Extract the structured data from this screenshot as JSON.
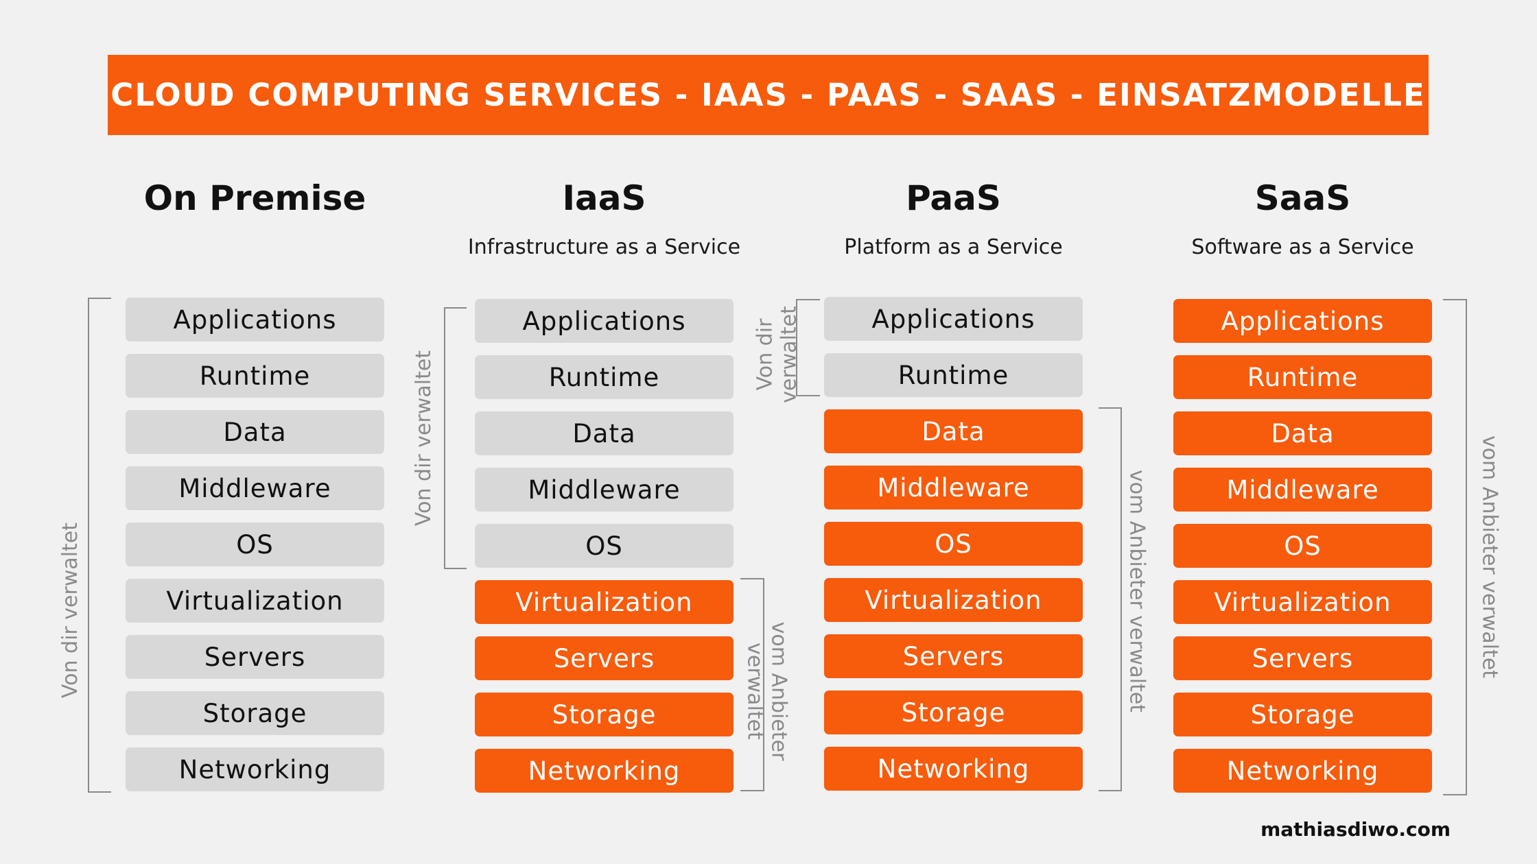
{
  "banner": {
    "title": "CLOUD COMPUTING SERVICES - IAAS - PAAS - SAAS - EINSATZMODELLE"
  },
  "columns": [
    {
      "title": "On Premise",
      "subtitle": "",
      "items": [
        {
          "label": "Applications",
          "managed_by": "user"
        },
        {
          "label": "Runtime",
          "managed_by": "user"
        },
        {
          "label": "Data",
          "managed_by": "user"
        },
        {
          "label": "Middleware",
          "managed_by": "user"
        },
        {
          "label": "OS",
          "managed_by": "user"
        },
        {
          "label": "Virtualization",
          "managed_by": "user"
        },
        {
          "label": "Servers",
          "managed_by": "user"
        },
        {
          "label": "Storage",
          "managed_by": "user"
        },
        {
          "label": "Networking",
          "managed_by": "user"
        }
      ],
      "brackets": [
        {
          "label_lines": [
            "Von dir verwaltet"
          ]
        }
      ]
    },
    {
      "title": "IaaS",
      "subtitle": "Infrastructure as a Service",
      "items": [
        {
          "label": "Applications",
          "managed_by": "user"
        },
        {
          "label": "Runtime",
          "managed_by": "user"
        },
        {
          "label": "Data",
          "managed_by": "user"
        },
        {
          "label": "Middleware",
          "managed_by": "user"
        },
        {
          "label": "OS",
          "managed_by": "user"
        },
        {
          "label": "Virtualization",
          "managed_by": "provider"
        },
        {
          "label": "Servers",
          "managed_by": "provider"
        },
        {
          "label": "Storage",
          "managed_by": "provider"
        },
        {
          "label": "Networking",
          "managed_by": "provider"
        }
      ],
      "brackets": [
        {
          "label_lines": [
            "Von dir verwaltet"
          ]
        },
        {
          "label_lines": [
            "vom Anbieter",
            "verwaltet"
          ]
        }
      ]
    },
    {
      "title": "PaaS",
      "subtitle": "Platform as a Service",
      "items": [
        {
          "label": "Applications",
          "managed_by": "user"
        },
        {
          "label": "Runtime",
          "managed_by": "user"
        },
        {
          "label": "Data",
          "managed_by": "provider"
        },
        {
          "label": "Middleware",
          "managed_by": "provider"
        },
        {
          "label": "OS",
          "managed_by": "provider"
        },
        {
          "label": "Virtualization",
          "managed_by": "provider"
        },
        {
          "label": "Servers",
          "managed_by": "provider"
        },
        {
          "label": "Storage",
          "managed_by": "provider"
        },
        {
          "label": "Networking",
          "managed_by": "provider"
        }
      ],
      "brackets": [
        {
          "label_lines": [
            "Von dir",
            "verwaltet"
          ]
        },
        {
          "label_lines": [
            "vom Anbieter verwaltet"
          ]
        }
      ]
    },
    {
      "title": "SaaS",
      "subtitle": "Software as a Service",
      "items": [
        {
          "label": "Applications",
          "managed_by": "provider"
        },
        {
          "label": "Runtime",
          "managed_by": "provider"
        },
        {
          "label": "Data",
          "managed_by": "provider"
        },
        {
          "label": "Middleware",
          "managed_by": "provider"
        },
        {
          "label": "OS",
          "managed_by": "provider"
        },
        {
          "label": "Virtualization",
          "managed_by": "provider"
        },
        {
          "label": "Servers",
          "managed_by": "provider"
        },
        {
          "label": "Storage",
          "managed_by": "provider"
        },
        {
          "label": "Networking",
          "managed_by": "provider"
        }
      ],
      "brackets": [
        {
          "label_lines": [
            "vom Anbieter verwaltet"
          ]
        }
      ]
    }
  ],
  "footer": {
    "credit": "mathiasdiwo.com"
  },
  "colors": {
    "accent": "#f75b0c",
    "user_managed": "#d8d8d8",
    "background": "#f1f1f1",
    "bracket": "#8a8a8a"
  }
}
